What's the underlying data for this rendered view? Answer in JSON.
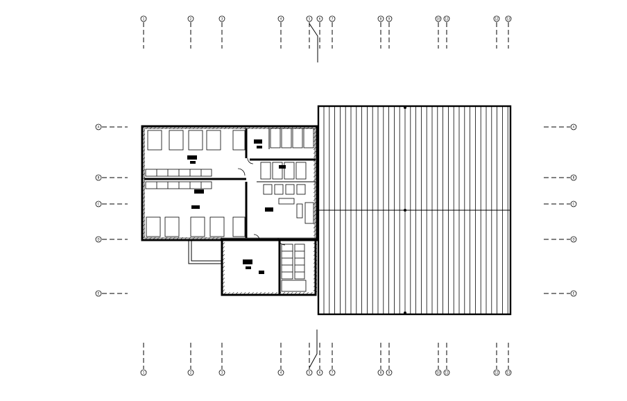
{
  "drawing": {
    "type": "architectural floor plan",
    "grid_axes_vertical": [
      "1",
      "2",
      "3",
      "4",
      "5",
      "6",
      "7",
      "8",
      "9",
      "10",
      "11",
      "12",
      "13"
    ],
    "grid_axes_horizontal": [
      "A",
      "B",
      "C",
      "D",
      "E"
    ],
    "colors": {
      "ink": "#000000",
      "paper": "#ffffff"
    }
  }
}
